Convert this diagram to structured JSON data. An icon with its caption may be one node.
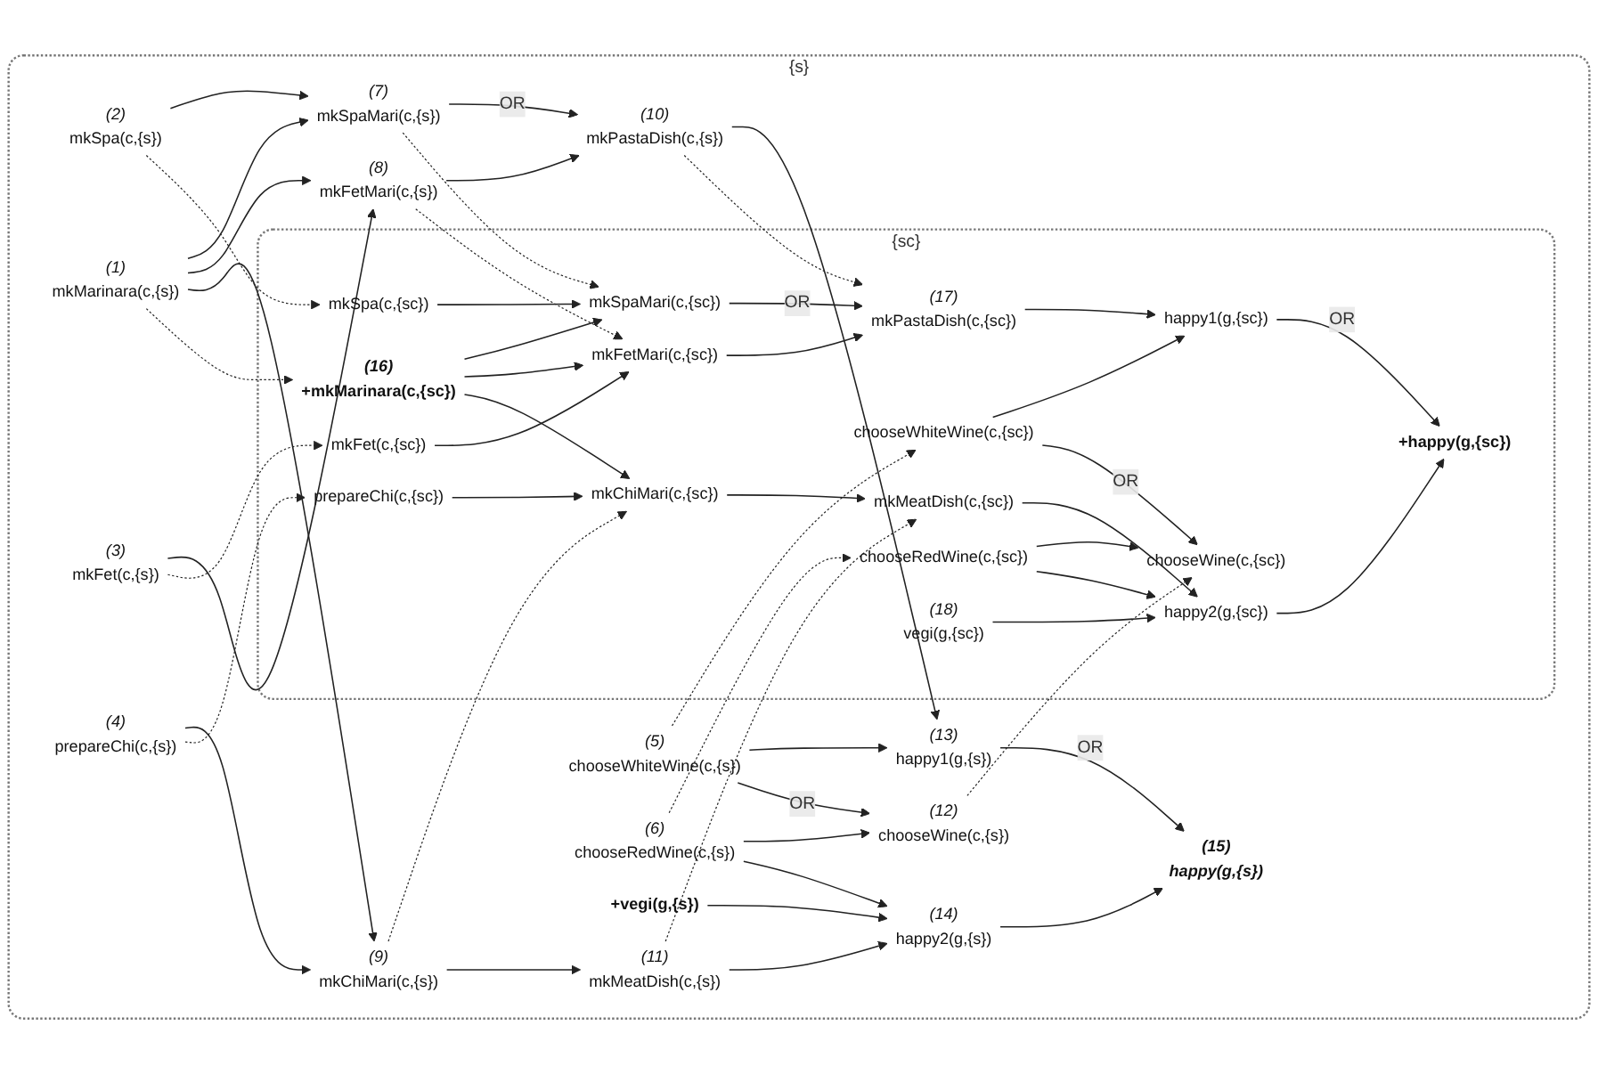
{
  "diagram": {
    "nodes": [
      {
        "text": [
          "{s}"
        ]
      },
      {
        "text": [
          "mkSpa(c,{s})"
        ],
        "beside": [
          "(2)"
        ],
        "in": 0
      },
      {
        "text": [
          "mkFet(c,{s})"
        ],
        "beside": [
          "(3)"
        ],
        "in": 0
      },
      {
        "text": [
          "mkMarinara(c,{s})"
        ],
        "beside": [
          "(1)"
        ],
        "in": 0
      },
      {
        "text": [
          "prepareChi(c,{s})"
        ],
        "beside": [
          "(4)"
        ],
        "in": 0
      },
      {
        "text": [
          "mkSpaMari(c,{s})"
        ],
        "beside": [
          "(7)"
        ],
        "in": 0
      },
      {
        "text": [
          "mkFetMari(c,{s})"
        ],
        "beside": [
          "(8)"
        ],
        "in": 0
      },
      {
        "text": [
          "mkChiMari(c,{s})"
        ],
        "beside": [
          "(9)"
        ],
        "in": 0
      },
      {
        "text": [
          "mkPastaDish(c,{s})"
        ],
        "beside": [
          "(10)"
        ],
        "in": 0
      },
      {
        "text": [
          "mkMeatDish(c,{s})"
        ],
        "beside": [
          "(11)"
        ],
        "in": 0
      },
      {
        "text": [
          "chooseWhiteWine(c,{s})"
        ],
        "beside": [
          "(5)"
        ],
        "in": 0
      },
      {
        "text": [
          "chooseRedWine(c,{s})"
        ],
        "beside": [
          "(6)"
        ],
        "in": 0
      },
      {
        "text": [
          "+vegi(g,{s})"
        ],
        "in": 0
      },
      {
        "text": [
          "happy1(g,{s})"
        ],
        "beside": [
          "(13)"
        ],
        "in": 0
      },
      {
        "text": [
          "chooseWine(c,{s})"
        ],
        "beside": [
          "(12)"
        ],
        "in": 0
      },
      {
        "text": [
          "happy2(g,{s})"
        ],
        "beside": [
          "(14)"
        ],
        "in": 0
      },
      {
        "text": [
          "happy(g,{s})"
        ],
        "beside": [
          "(15)"
        ],
        "in": 0
      },
      {
        "text": [
          "{sc}"
        ],
        "in": 0
      },
      {
        "text": [
          "mkSpa(c,{sc})"
        ],
        "in": 17
      },
      {
        "text": [
          "mkFet(c,{sc})"
        ],
        "in": 17
      },
      {
        "text": [
          "+mkMarinara(c,{sc})"
        ],
        "beside": [
          "(16)"
        ],
        "in": 17
      },
      {
        "text": [
          "prepareChi(c,{sc})"
        ],
        "in": 17
      },
      {
        "text": [
          "mkSpaMari(c,{sc})"
        ],
        "in": 17
      },
      {
        "text": [
          "mkFetMari(c,{sc})"
        ],
        "in": 17
      },
      {
        "text": [
          "mkChiMari(c,{sc})"
        ],
        "in": 17
      },
      {
        "text": [
          "mkPastaDish(c,{sc})"
        ],
        "beside": [
          "(17)"
        ],
        "in": 17
      },
      {
        "text": [
          "mkMeatDish(c,{sc})"
        ],
        "in": 17
      },
      {
        "text": [
          "chooseWhiteWine(c,{sc})"
        ],
        "in": 17
      },
      {
        "text": [
          "chooseRedWine(c,{sc})"
        ],
        "in": 17
      },
      {
        "text": [
          "vegi(g,{sc})"
        ],
        "beside": [
          "(18)"
        ],
        "in": 17
      },
      {
        "text": [
          "happy1(g,{sc})"
        ],
        "in": 17
      },
      {
        "text": [
          "chooseWine(c,{sc})"
        ],
        "in": 17
      },
      {
        "text": [
          "happy2(g,{sc})"
        ],
        "in": 17
      },
      {
        "text": [
          "+happy(g,{sc})"
        ],
        "in": 17
      }
    ],
    "edges": [
      {
        "from": 1,
        "to": 5,
        "arrow": "to"
      },
      {
        "from": 3,
        "to": 5,
        "arrow": "to"
      },
      {
        "from": 2,
        "to": 6,
        "arrow": "to"
      },
      {
        "from": 3,
        "to": 6,
        "arrow": "to"
      },
      {
        "from": 3,
        "to": 7,
        "arrow": "to"
      },
      {
        "from": 4,
        "to": 7,
        "arrow": "to"
      },
      {
        "from": 5,
        "to": 8,
        "arrow": "to",
        "label": "OR"
      },
      {
        "from": 6,
        "to": 8,
        "arrow": "to"
      },
      {
        "from": 7,
        "to": 9,
        "arrow": "to"
      },
      {
        "from": 8,
        "to": 13,
        "arrow": "to"
      },
      {
        "from": 10,
        "to": 13,
        "arrow": "to"
      },
      {
        "from": 10,
        "to": 14,
        "arrow": "to",
        "label": "OR"
      },
      {
        "from": 11,
        "to": 14,
        "arrow": "to"
      },
      {
        "from": 11,
        "to": 15,
        "arrow": "to"
      },
      {
        "from": 9,
        "to": 15,
        "arrow": "to"
      },
      {
        "from": 12,
        "to": 15,
        "arrow": "to"
      },
      {
        "from": 13,
        "to": 16,
        "arrow": "to",
        "label": "OR"
      },
      {
        "from": 15,
        "to": 16,
        "arrow": "to"
      },
      {
        "from": 1,
        "to": 18,
        "arrow": "to",
        "style": "dashed"
      },
      {
        "from": 8,
        "to": 25,
        "arrow": "to",
        "style": "dashed"
      },
      {
        "from": 5,
        "to": 22,
        "arrow": "to",
        "style": "dashed"
      },
      {
        "from": 2,
        "to": 19,
        "arrow": "to",
        "style": "dashed"
      },
      {
        "from": 10,
        "to": 27,
        "arrow": "to",
        "style": "dashed"
      },
      {
        "from": 6,
        "to": 23,
        "arrow": "to",
        "style": "dashed"
      },
      {
        "from": 14,
        "to": 31,
        "arrow": "to",
        "style": "dashed"
      },
      {
        "from": 3,
        "to": 20,
        "arrow": "to",
        "style": "dashed"
      },
      {
        "from": 11,
        "to": 28,
        "arrow": "to",
        "style": "dashed"
      },
      {
        "from": 7,
        "to": 24,
        "arrow": "to",
        "style": "dashed"
      },
      {
        "from": 4,
        "to": 21,
        "arrow": "to",
        "style": "dashed"
      },
      {
        "from": 9,
        "to": 26,
        "arrow": "to",
        "style": "dashed"
      },
      {
        "from": 18,
        "to": 22,
        "arrow": "to"
      },
      {
        "from": 20,
        "to": 22,
        "arrow": "to"
      },
      {
        "from": 19,
        "to": 23,
        "arrow": "to"
      },
      {
        "from": 20,
        "to": 23,
        "arrow": "to"
      },
      {
        "from": 20,
        "to": 24,
        "arrow": "to"
      },
      {
        "from": 21,
        "to": 24,
        "arrow": "to"
      },
      {
        "from": 22,
        "to": 25,
        "arrow": "to",
        "label": "OR"
      },
      {
        "from": 23,
        "to": 25,
        "arrow": "to"
      },
      {
        "from": 24,
        "to": 26,
        "arrow": "to"
      },
      {
        "from": 25,
        "to": 30,
        "arrow": "to"
      },
      {
        "from": 27,
        "to": 30,
        "arrow": "to"
      },
      {
        "from": 27,
        "to": 31,
        "arrow": "to",
        "label": "OR"
      },
      {
        "from": 28,
        "to": 31,
        "arrow": "to"
      },
      {
        "from": 28,
        "to": 32,
        "arrow": "to"
      },
      {
        "from": 26,
        "to": 32,
        "arrow": "to"
      },
      {
        "from": 29,
        "to": 32,
        "arrow": "to"
      },
      {
        "from": 30,
        "to": 33,
        "arrow": "to",
        "label": "OR"
      },
      {
        "from": 32,
        "to": 33,
        "arrow": "to"
      }
    ]
  }
}
